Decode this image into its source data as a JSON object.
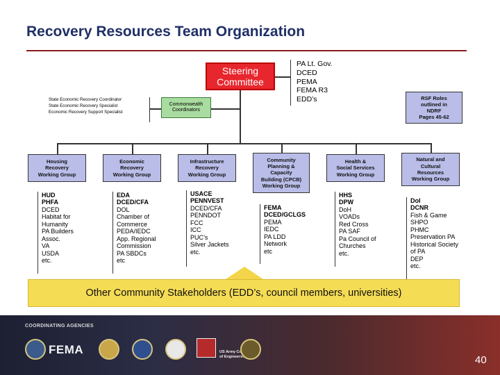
{
  "title": "Recovery Resources Team Organization",
  "steering": {
    "label_line1": "Steering",
    "label_line2": "Committee",
    "members": [
      "PA Lt. Gov.",
      "DCED",
      "PEMA",
      "FEMA R3",
      "EDD’s"
    ]
  },
  "rsf": [
    "RSF Roles",
    "outlined in",
    "NDRF",
    "Pages 45-62"
  ],
  "commonwealth": [
    "Commonwealth",
    "Coordinators"
  ],
  "coordinator_list": [
    "State Economic Recovery Coordinator",
    "State Economic Recovery Specialist",
    "Economic Recovery Support Specialist"
  ],
  "working_groups": [
    {
      "label": [
        "Housing",
        "Recovery",
        "Working Group"
      ],
      "members": [
        "HUD",
        "PHFA",
        "DCED",
        "Habitat for",
        "Humanity",
        "PA Builders",
        "  Assoc.",
        "VA",
        "USDA",
        "etc."
      ],
      "bold_count": 2
    },
    {
      "label": [
        "Economic",
        "Recovery",
        "Working Group"
      ],
      "members": [
        "EDA",
        "DCED/CFA",
        "DOL",
        "Chamber of",
        "Commerce",
        "PEDA/IEDC",
        "App. Regional",
        "  Commission",
        "PA SBDCs",
        "etc"
      ],
      "bold_count": 2
    },
    {
      "label": [
        "Infrastructure",
        "Recovery",
        "Working Group"
      ],
      "members": [
        "USACE",
        "PENNVEST",
        "DCED/CFA",
        "PENNDOT",
        "FCC",
        "ICC",
        "PUC’s",
        "Silver Jackets",
        "etc."
      ],
      "bold_count": 2
    },
    {
      "label": [
        "Community",
        "Planning &",
        "Capacity",
        "Building (CPCB)",
        "Working Group"
      ],
      "members": [
        "FEMA",
        "DCED/GCLGS",
        "PEMA",
        "IEDC",
        "PA LDD",
        "Network",
        "etc"
      ],
      "bold_count": 2
    },
    {
      "label": [
        "Health &",
        "Social Services",
        "Working Group"
      ],
      "members": [
        "HHS",
        "DPW",
        "DoH",
        "VOADs",
        "Red Cross",
        "PA SAF",
        "Pa Council of",
        "Churches",
        "etc."
      ],
      "bold_count": 2
    },
    {
      "label": [
        "Natural and",
        "Cultural",
        "Resources",
        "Working Group"
      ],
      "members": [
        "DoI",
        "DCNR",
        "Fish & Game",
        "SHPO",
        "PHMC",
        "Preservation PA",
        "Historical Society",
        "  of PA",
        "DEP",
        "etc."
      ],
      "bold_count": 2
    }
  ],
  "stakeholders": "Other Community Stakeholders (EDD’s, council members, universities)",
  "footer": {
    "label": "COORDINATING AGENCIES",
    "fema": "FEMA",
    "usace": [
      "US Army Corps",
      "of Engineers®"
    ],
    "page_number": "40"
  },
  "colors": {
    "steering": "#e8262d",
    "working_group": "#b9bde8",
    "commonwealth": "#a9dca0",
    "stakeholders": "#f5dc55",
    "title": "#1f2f66"
  }
}
